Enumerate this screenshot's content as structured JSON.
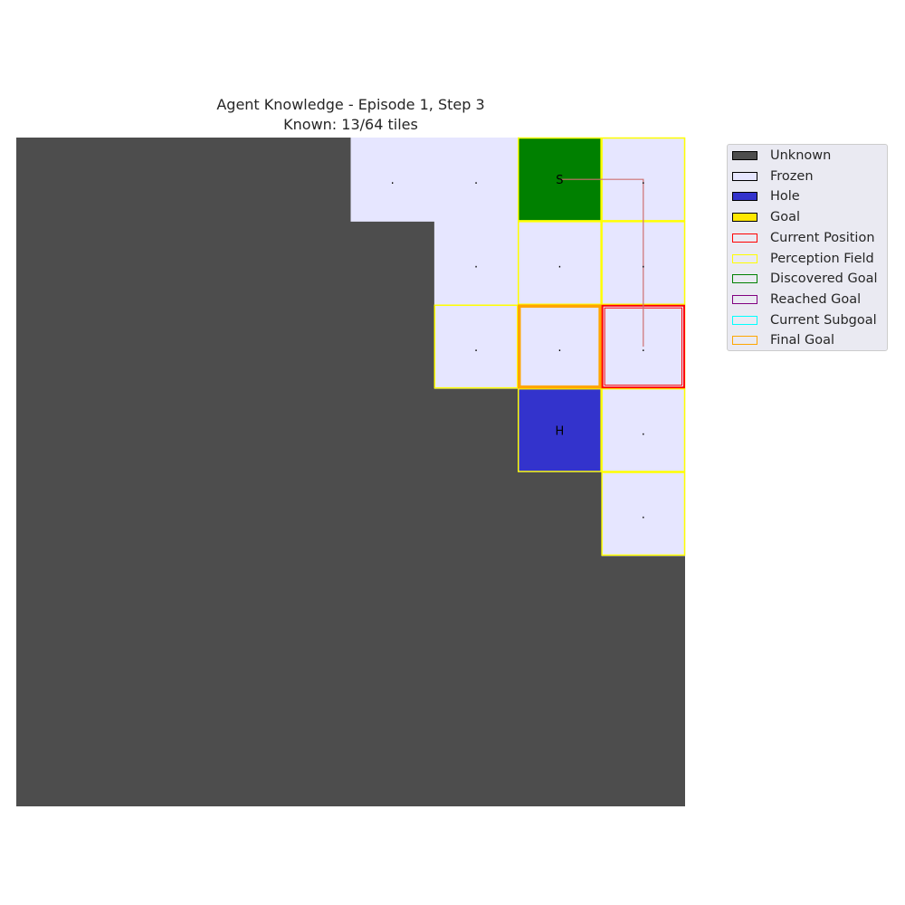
{
  "title": {
    "line1": "Agent Knowledge - Episode 1, Step 3",
    "line2": "Known: 13/64 tiles"
  },
  "grid": {
    "size": 8,
    "colors": {
      "unknown": "#4d4d4d",
      "frozen": "#e6e6ff",
      "hole": "#3333cc",
      "start": "#008000",
      "perception": "#ffff00",
      "current": "#ff0000",
      "final_goal": "#ffa500",
      "path": "#cd7070"
    },
    "known_tiles": [
      {
        "row": 0,
        "col": 4,
        "type": "frozen",
        "label": "."
      },
      {
        "row": 0,
        "col": 5,
        "type": "frozen",
        "label": "."
      },
      {
        "row": 0,
        "col": 6,
        "type": "start",
        "label": "S",
        "perceived": true
      },
      {
        "row": 0,
        "col": 7,
        "type": "frozen",
        "label": ".",
        "perceived": true
      },
      {
        "row": 1,
        "col": 5,
        "type": "frozen",
        "label": "."
      },
      {
        "row": 1,
        "col": 6,
        "type": "frozen",
        "label": ".",
        "perceived": true
      },
      {
        "row": 1,
        "col": 7,
        "type": "frozen",
        "label": ".",
        "perceived": true
      },
      {
        "row": 2,
        "col": 5,
        "type": "frozen",
        "label": ".",
        "perceived": true
      },
      {
        "row": 2,
        "col": 6,
        "type": "frozen",
        "label": ".",
        "perceived": true
      },
      {
        "row": 2,
        "col": 7,
        "type": "frozen",
        "label": ".",
        "perceived": true
      },
      {
        "row": 3,
        "col": 6,
        "type": "hole",
        "label": "H",
        "perceived": true
      },
      {
        "row": 3,
        "col": 7,
        "type": "frozen",
        "label": ".",
        "perceived": true
      },
      {
        "row": 4,
        "col": 7,
        "type": "frozen",
        "label": ".",
        "perceived": true
      }
    ],
    "current_position": {
      "row": 2,
      "col": 7
    },
    "final_goal": {
      "row": 2,
      "col": 6
    },
    "path": [
      {
        "row": 0,
        "col": 6
      },
      {
        "row": 0,
        "col": 7
      },
      {
        "row": 1,
        "col": 7
      },
      {
        "row": 2,
        "col": 7
      }
    ]
  },
  "legend": [
    {
      "label": "Unknown",
      "fill": "#4d4d4d",
      "edge": "#000000"
    },
    {
      "label": "Frozen",
      "fill": "#e6e6ff",
      "edge": "#000000"
    },
    {
      "label": "Hole",
      "fill": "#3333cc",
      "edge": "#000000"
    },
    {
      "label": "Goal",
      "fill": "#ffe800",
      "edge": "#000000"
    },
    {
      "label": "Current Position",
      "fill": "none",
      "edge": "#ff0000"
    },
    {
      "label": "Perception Field",
      "fill": "none",
      "edge": "#ffff00"
    },
    {
      "label": "Discovered Goal",
      "fill": "none",
      "edge": "#008000"
    },
    {
      "label": "Reached Goal",
      "fill": "none",
      "edge": "#800080"
    },
    {
      "label": "Current Subgoal",
      "fill": "none",
      "edge": "#00ffff"
    },
    {
      "label": "Final Goal",
      "fill": "none",
      "edge": "#ffa500"
    }
  ]
}
